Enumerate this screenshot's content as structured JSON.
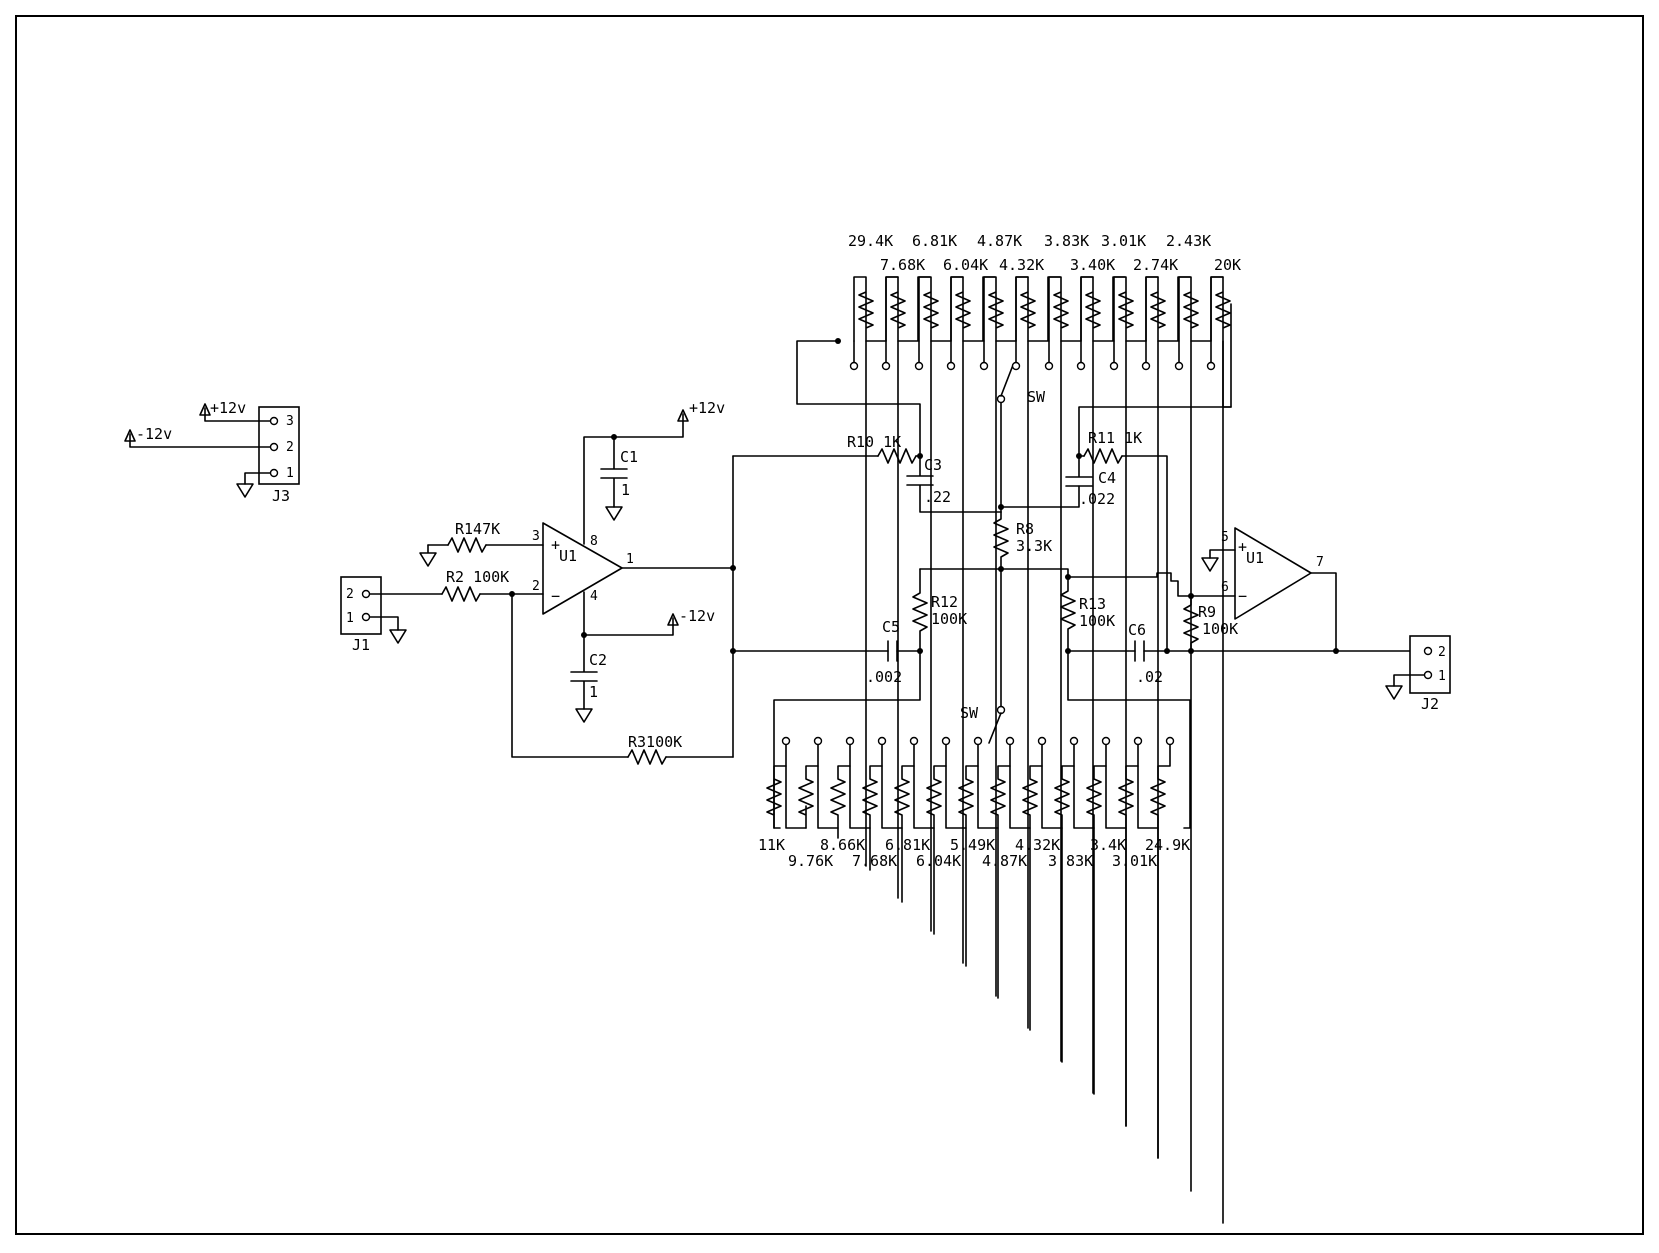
{
  "power": {
    "plus12": "+12v",
    "minus12": "-12v",
    "plus12_main": "+12v",
    "minus12_main": "-12v"
  },
  "connectors": {
    "j1": {
      "ref": "J1",
      "pins": [
        "2",
        "1"
      ]
    },
    "j2": {
      "ref": "J2",
      "pins": [
        "2",
        "1"
      ]
    },
    "j3": {
      "ref": "J3",
      "pins": [
        "3",
        "2",
        "1"
      ]
    }
  },
  "opamps": {
    "u1a": {
      "ref": "U1",
      "pin_plus": "3",
      "pin_minus": "2",
      "pin_out": "1",
      "pin_vplus": "8",
      "pin_vminus": "4"
    },
    "u1b": {
      "ref": "U1",
      "pin_plus": "5",
      "pin_minus": "6",
      "pin_out": "7"
    }
  },
  "components": {
    "r1": "R147K",
    "r2": "R2 100K",
    "r3": "R3100K",
    "r8_ref": "R8",
    "r8_val": "3.3K",
    "r9_ref": "R9",
    "r9_val": "100K",
    "r10": "R10 1K",
    "r11": "R11 1K",
    "r12_ref": "R12",
    "r12_val": "100K",
    "r13_ref": "R13",
    "r13_val": "100K",
    "c1_ref": "C1",
    "c1_val": "1",
    "c2_ref": "C2",
    "c2_val": "1",
    "c3_ref": "C3",
    "c3_val": ".22",
    "c4_ref": "C4",
    "c4_val": ".022",
    "c5_ref": "C5",
    "c5_val": ".002",
    "c6_ref": "C6",
    "c6_val": ".02",
    "sw_top": "SW",
    "sw_bottom": "SW"
  },
  "top_bank": {
    "row1": [
      "29.4K",
      "6.81K",
      "4.87K",
      "3.83K",
      "3.01K",
      "2.43K"
    ],
    "row2": [
      "7.68K",
      "6.04K",
      "4.32K",
      "3.40K",
      "2.74K",
      "20K"
    ]
  },
  "bottom_bank": {
    "row1": [
      "11K",
      "8.66K",
      "6.81K",
      "5.49K",
      "4.32K",
      "3.4K",
      "24.9K"
    ],
    "row2": [
      "9.76K",
      "7.68K",
      "6.04K",
      "4.87K",
      "3.83K",
      "3.01K"
    ]
  }
}
